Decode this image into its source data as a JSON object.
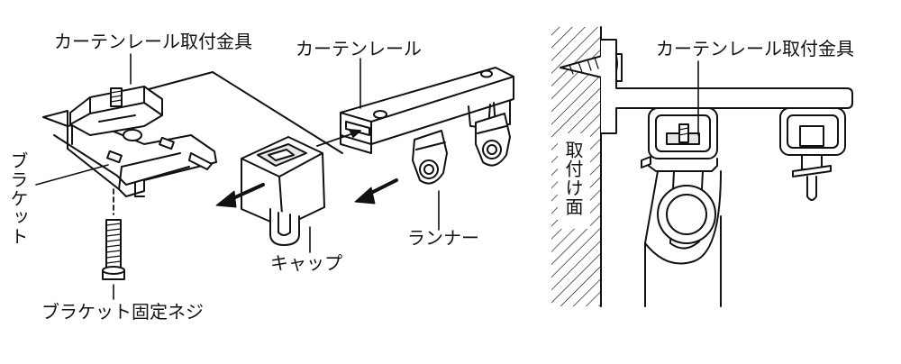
{
  "labels": {
    "bracket_fitting": "カーテンレール取付金具",
    "curtain_rail": "カーテンレール",
    "bracket": "ブラケット",
    "bracket_screw": "ブラケット固定ネジ",
    "cap": "キャップ",
    "runner": "ランナー",
    "mount_surface": "取付け面",
    "bracket_fitting_right": "カーテンレール取付金具"
  },
  "colors": {
    "line": "#111111",
    "fill": "#ffffff",
    "shade": "#e6e6e6"
  }
}
